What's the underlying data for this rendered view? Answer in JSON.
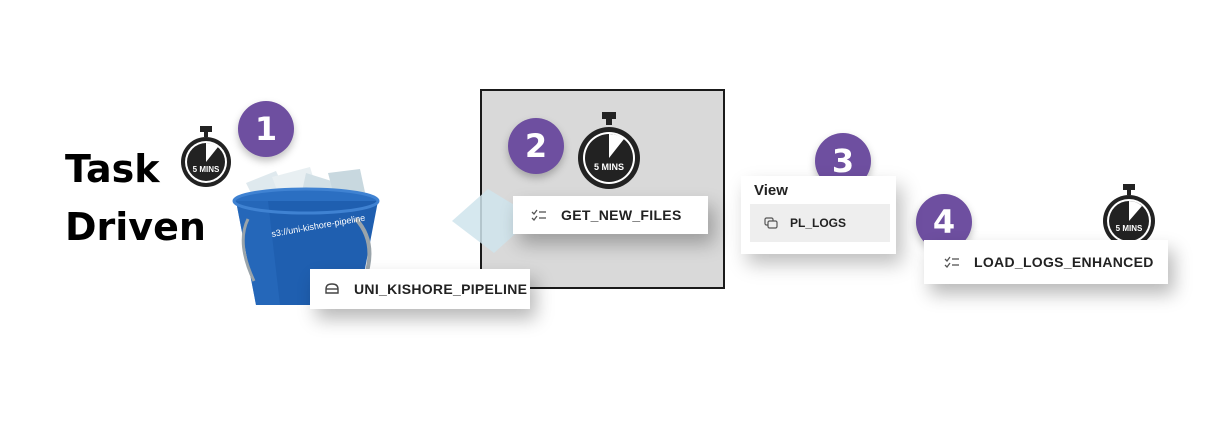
{
  "heading": {
    "line1": "Task",
    "line2": "Driven"
  },
  "steps": [
    {
      "number": "1"
    },
    {
      "number": "2"
    },
    {
      "number": "3"
    },
    {
      "number": "4"
    }
  ],
  "timer_label": "5 MINS",
  "bucket": {
    "url_label": "s3://uni-kishore-pipeline"
  },
  "stage": {
    "label": "UNI_KISHORE_PIPELINE",
    "icon": "stage-icon"
  },
  "task_get_files": {
    "label": "GET_NEW_FILES",
    "icon": "task-checklist-icon"
  },
  "view": {
    "title": "View",
    "item_label": "PL_LOGS",
    "icon": "view-icon"
  },
  "task_load_logs": {
    "label": "LOAD_LOGS_ENHANCED",
    "icon": "task-checklist-icon"
  },
  "colors": {
    "step_circle": "#6e4fa0",
    "bucket_blue": "#1f5fb0",
    "frame_gray": "#d9d9d9"
  }
}
